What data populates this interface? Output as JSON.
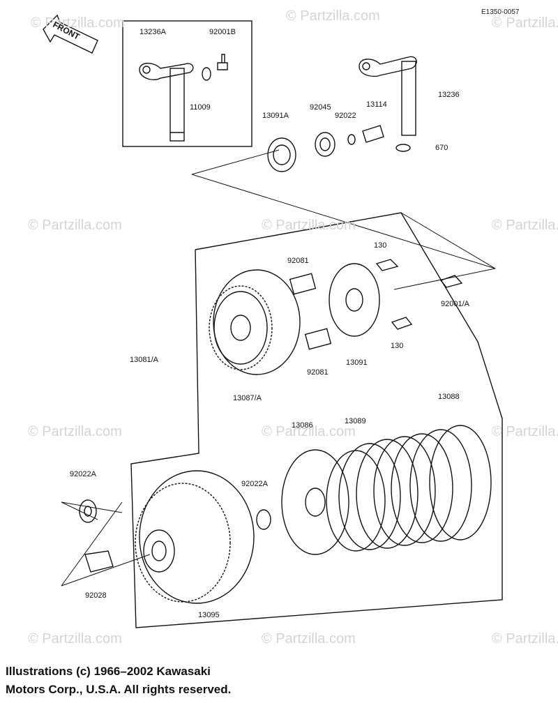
{
  "ref_code": "E1350-0057",
  "front_label": "FRONT",
  "watermark": "© Partzilla.com",
  "copyright": {
    "line1": "Illustrations (c) 1966–2002 Kawasaki",
    "line2": "Motors Corp., U.S.A.  All rights reserved."
  },
  "parts": {
    "p13236A": "13236A",
    "p92001B": "92001B",
    "p11009": "11009",
    "p13091A": "13091A",
    "p92045": "92045",
    "p92022": "92022",
    "p13114": "13114",
    "p13236": "13236",
    "p670": "670",
    "p92081_top": "92081",
    "p130_top": "130",
    "p92001A": "92001/A",
    "p13081A": "13081/A",
    "p13091": "13091",
    "p130_bottom": "130",
    "p92081_bottom": "92081",
    "p13087A": "13087/A",
    "p13088": "13088",
    "p13086": "13086",
    "p13089": "13089",
    "p92022A_left": "92022A",
    "p92022A_mid": "92022A",
    "p92028": "92028",
    "p13095": "13095"
  }
}
